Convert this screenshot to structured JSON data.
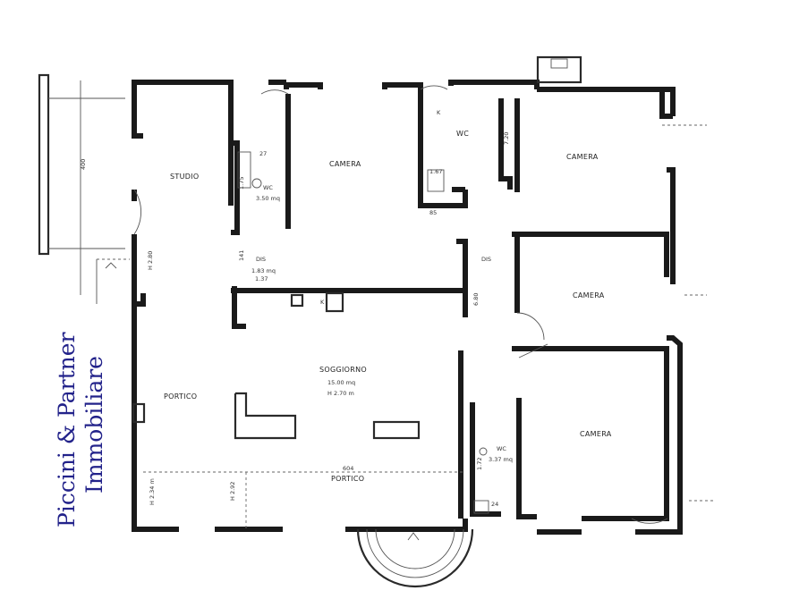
{
  "rooms": {
    "studio": "STUDIO",
    "camera_top": "CAMERA",
    "wc_top": "WC",
    "camera_top_right": "CAMERA",
    "wc_left": "WC",
    "wc_left_area": "3.50 mq",
    "dis_left": "DIS",
    "dis_left_area": "1.83 mq",
    "dis_center": "DIS",
    "camera_mid_right": "CAMERA",
    "soggiorno": "SOGGIORNO",
    "soggiorno_area": "15.00 mq",
    "soggiorno_height": "H 2.70 m",
    "portico_left": "PORTICO",
    "portico_bottom": "PORTICO",
    "wc_bottom": "WC",
    "wc_bottom_area": "3.37 mq",
    "camera_bottom_right": "CAMERA"
  },
  "dimensions": {
    "d_27": "27",
    "d_1_37": "1.37",
    "d_1_67": "1.67",
    "d_85": "85",
    "d_h280": "H 2.80",
    "d_141": "141",
    "d_720": "7.20",
    "d_680": "6.80",
    "d_400": "400",
    "d_604": "604",
    "d_h234": "H 2.34 m",
    "d_h292": "H 2.92",
    "d_172": "1.72",
    "d_24": "24",
    "d_175": "1.75",
    "d_k": "K"
  },
  "watermark": {
    "line1": "Piccini & Partner",
    "line2": "Immobiliare"
  }
}
